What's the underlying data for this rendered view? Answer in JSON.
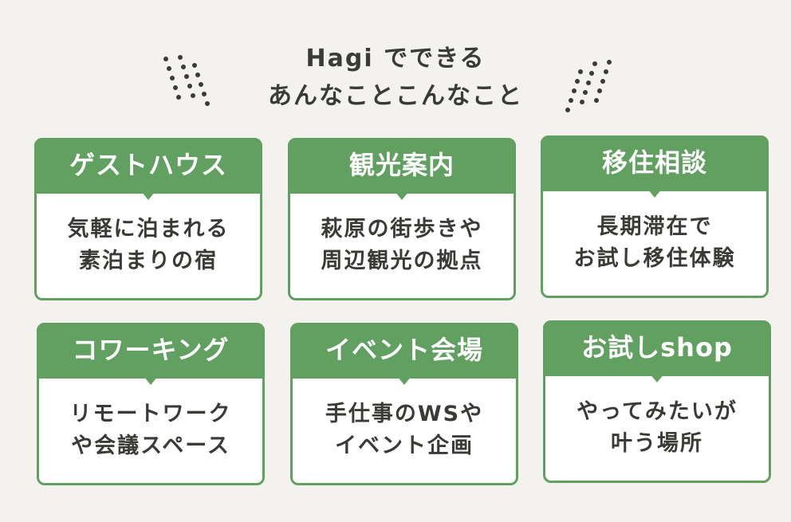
{
  "heading": {
    "line1": "Hagi でできる",
    "line2": "あんなことこんなこと"
  },
  "colors": {
    "background": "#f4f2ee",
    "accent_green": "#62a062",
    "text_dark": "#3a3a36",
    "card_bg": "#ffffff"
  },
  "cards": [
    {
      "title": "ゲストハウス",
      "line1": "気軽に泊まれる",
      "line2": "素泊まりの宿"
    },
    {
      "title": "観光案内",
      "line1": "萩原の街歩きや",
      "line2": "周辺観光の拠点"
    },
    {
      "title": "移住相談",
      "line1": "長期滞在で",
      "line2": "お試し移住体験"
    },
    {
      "title": "コワーキング",
      "line1": "リモートワーク",
      "line2": "や会議スペース"
    },
    {
      "title": "イベント会場",
      "line1": "手仕事のWSや",
      "line2": "イベント企画"
    },
    {
      "title": "お試しshop",
      "line1": "やってみたいが",
      "line2": "叶う場所"
    }
  ]
}
